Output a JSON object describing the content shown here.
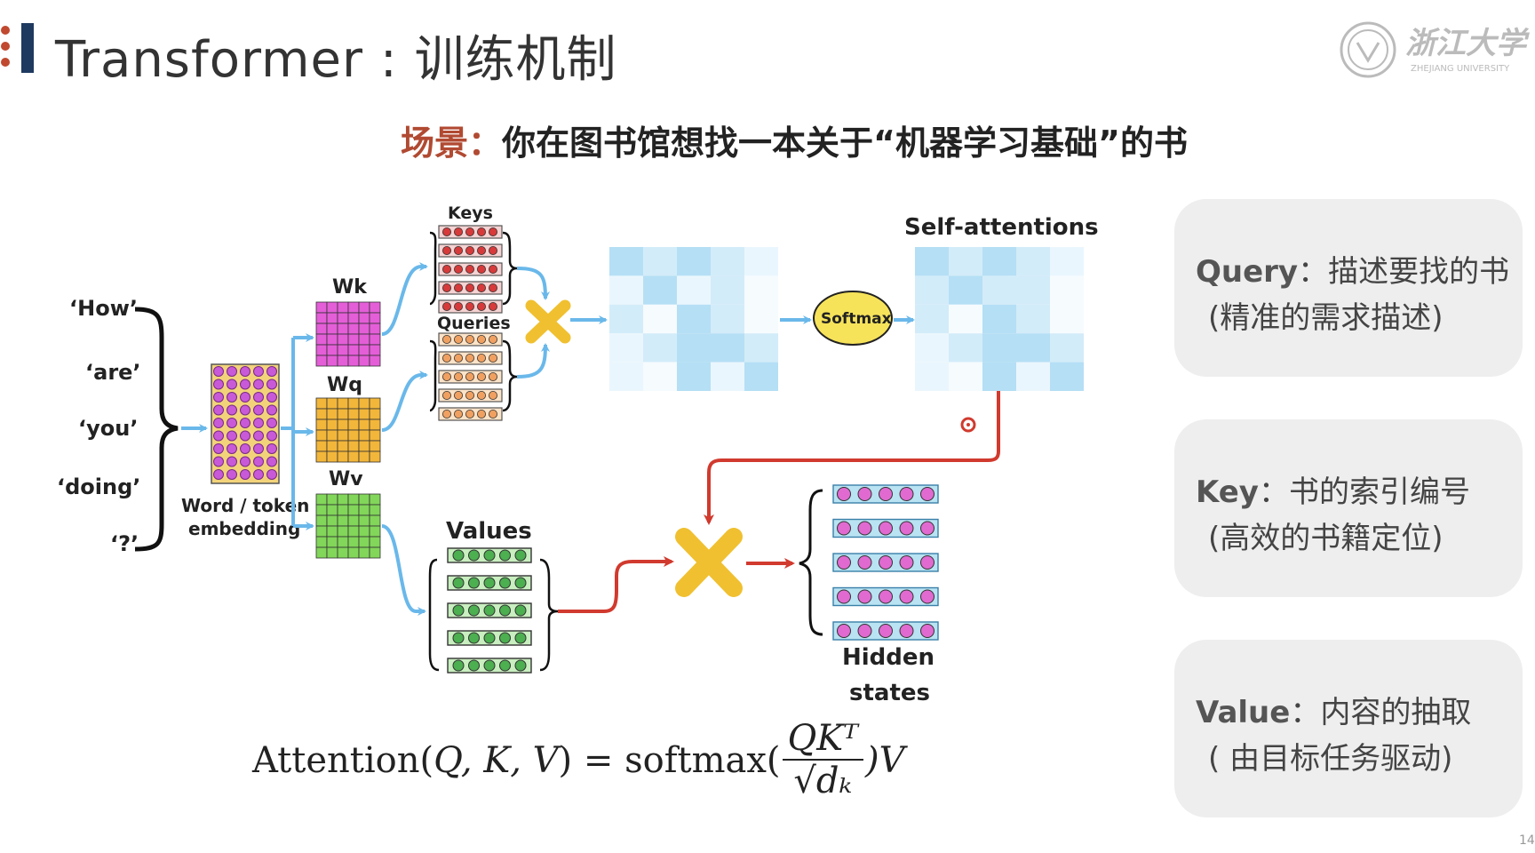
{
  "header": {
    "title": "Transformer : 训练机制",
    "logo_text": "浙江大学",
    "logo_subtext": "ZHEJIANG UNIVERSITY",
    "accent": "#c0492f"
  },
  "scenario": {
    "lead": "场景：",
    "text": "你在图书馆想找一本关于“机器学习基础”的书"
  },
  "diagram": {
    "tokens": [
      "‘How’",
      "‘are’",
      "‘you’",
      "‘doing’",
      "‘?’"
    ],
    "embedding_label_1": "Word / token",
    "embedding_label_2": "embedding",
    "wk": "Wk",
    "wq": "Wq",
    "wv": "Wv",
    "keys": "Keys",
    "queries": "Queries",
    "values": "Values",
    "softmax": "Softmax",
    "self_attentions": "Self-attentions",
    "hidden_1": "Hidden",
    "hidden_2": "states",
    "colors": {
      "embedding": "#c85ad8",
      "wk": "#e45ed8",
      "wq": "#f2b63a",
      "wv": "#82d65a",
      "key_dot": "#d63a3a",
      "query_dot": "#f0a060",
      "value_dot": "#4caf50",
      "hidden_dot": "#e06ad0",
      "arrow_blue": "#6ab8ea",
      "arrow_red": "#d13a2e",
      "cross": "#f0c030"
    }
  },
  "cards": [
    {
      "term": "Query",
      "desc": "：描述要找的书",
      "note": "(精准的需求描述)"
    },
    {
      "term": "Key",
      "desc": "：书的索引编号",
      "note": "(高效的书籍定位)"
    },
    {
      "term": "Value",
      "desc": "：内容的抽取",
      "note": "( 由目标任务驱动)"
    }
  ],
  "formula": {
    "lhs": "Attention(",
    "args": "Q, K, V",
    "mid": ") = softmax(",
    "numerator": "QKᵀ",
    "denominator": "√dₖ",
    "rhs": ")V"
  },
  "page_number": "14"
}
